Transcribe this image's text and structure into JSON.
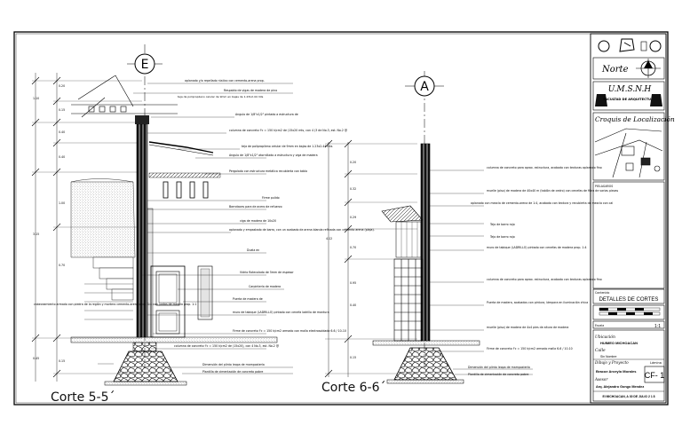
{
  "sections": {
    "left": {
      "axis": "E",
      "caption": "Corte 5-5´",
      "notes": [
        "aplanado y/o repellado rústico con cemento-arena prop.",
        "Respaldo de vigas de madera de pino",
        "teja de polipropileno celular de 9mm en bajas de 1.23x2.44 mts",
        "Angulo de 1/8\"x1/2\" pintado a estructura de",
        "columna de concreto f'c = 150 k/cm2 de (15x20 mts, con 4 (3 de No.3, est. No.2 @",
        "teja de polipropileno celular de 9mm en bajas de 1.23x2.44 mts",
        "Angulo de 1/8\"x1/2\" atornillado a estructura y viga de madera",
        "Pergolado con estructura metálica recubierta con tabla",
        "Firme pulido",
        "Barrotaces para de acero de refuerzo",
        "viga de madera de 10x20",
        "aplanado y empastado de barro, con un acabado de arena blanda refinada con cemento arena (plaja).",
        "Duela en",
        "Vidrio flotecolado de 5mm de espesor",
        "Carpintería de madera",
        "Puerta de madera de",
        "muro de tabique (LADRILLO) pintado con cenefa ladrillo de montura",
        "Firme de concreto f'c = 150 k/cm2 armado con malla electrosoldada 6-6 / 10-10",
        "columna de concreto f'c = 150 k/cm2 de (15x20), con 4 No.3, est. No.2 @",
        "Dimensión del plinto leopa de mampostería",
        "Plantilla de cimentación de concreto pobre"
      ],
      "side_note": "cabeceamiento armado con piedra de la región y mortero cemento-arena prop. 1:4 con juntas de mezcla prop. 1:1"
    },
    "right": {
      "axis": "A",
      "caption": "Corte 6-6´",
      "notes": [
        "columna de concreto para aprox. estructura, acabado con texturas aplanado fino",
        "muelle (piso) de madera de 40x40 m (tablón de cedro) con cenefas de fibra de varias piezas",
        "aplanado con mezcla de cemento-arena de 1:4, acabado con textura y recubierta de mezcla con cal",
        "Tejo de barro rojo",
        "Tejo de barro rojo",
        "muro de tabique (LADRILLO) pintado con cenefas de madera prop. 1:4",
        "columna de concreto para aprox. estructura, acabado con texturas aplanado fino",
        "Puerta de madera, acabados con pintura, lámpara en iluminación chica",
        "muelle (piso) de madera de 4x4 pies de altura de madera",
        "Firme de concreto f'c = 150 k/cm2 armado malla 6-6 / 10-10",
        "Dimensión del plinto leopa de mampostería",
        "Plantilla de cimentación de concreto pobre"
      ]
    }
  },
  "title_block": {
    "norte_label": "Norte",
    "university": "U.M.S.N.H",
    "faculty": "FACULTAD DE ARQUITECTURA",
    "location_label": "Croquis de Localización",
    "notes_label": "PIELAGAROS",
    "sheet_contents_label": "Contenido",
    "sheet_contents": "DETALLES DE CORTES",
    "scale_label": "Escala",
    "scale_value": "1:1",
    "location_field_label": "Ubicación",
    "location_value": "HUIMEO MICHOACAN",
    "street_label": "Calle",
    "street_value": "Sin Nombre",
    "design_label": "Dibujo y Proyecto",
    "sheet_no_label": "Lámina",
    "designer": "Bracoe Arceylo Morales",
    "sheet_no": "CF- 1",
    "advisor_label": "Asesor",
    "advisor": "Arq. Alejandro Gongo Mendez",
    "date": "El MICHOACAN, A 30 DE JULIO 2 1 8"
  }
}
